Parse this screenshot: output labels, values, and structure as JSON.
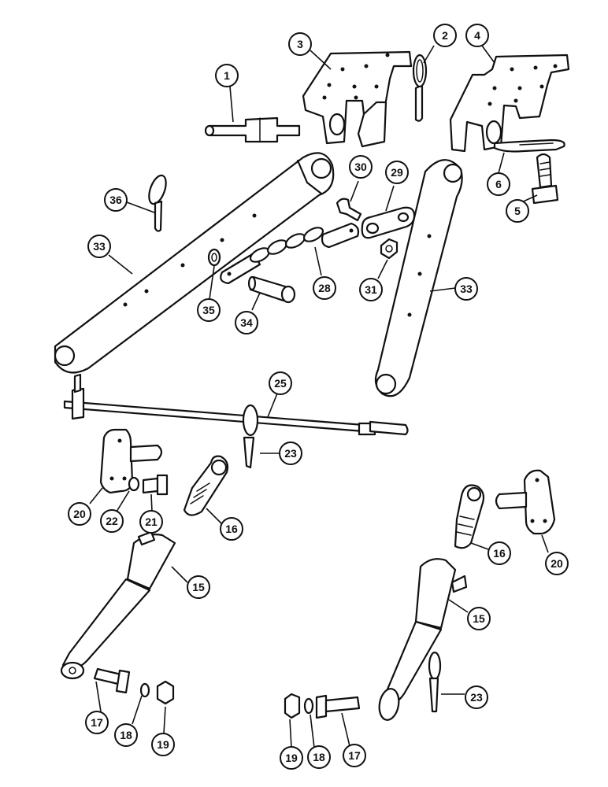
{
  "diagram": {
    "callouts": [
      {
        "id": "c1",
        "label": "1"
      },
      {
        "id": "c2",
        "label": "2"
      },
      {
        "id": "c3",
        "label": "3"
      },
      {
        "id": "c4",
        "label": "4"
      },
      {
        "id": "c5",
        "label": "5"
      },
      {
        "id": "c6",
        "label": "6"
      },
      {
        "id": "c36",
        "label": "36"
      },
      {
        "id": "c30",
        "label": "30"
      },
      {
        "id": "c29",
        "label": "29"
      },
      {
        "id": "c33a",
        "label": "33"
      },
      {
        "id": "c35",
        "label": "35"
      },
      {
        "id": "c34",
        "label": "34"
      },
      {
        "id": "c28",
        "label": "28"
      },
      {
        "id": "c31",
        "label": "31"
      },
      {
        "id": "c33b",
        "label": "33"
      },
      {
        "id": "c25",
        "label": "25"
      },
      {
        "id": "c23a",
        "label": "23"
      },
      {
        "id": "c20a",
        "label": "20"
      },
      {
        "id": "c22",
        "label": "22"
      },
      {
        "id": "c21",
        "label": "21"
      },
      {
        "id": "c16a",
        "label": "16"
      },
      {
        "id": "c15a",
        "label": "15"
      },
      {
        "id": "c17a",
        "label": "17"
      },
      {
        "id": "c18a",
        "label": "18"
      },
      {
        "id": "c19a",
        "label": "19"
      },
      {
        "id": "c16b",
        "label": "16"
      },
      {
        "id": "c20b",
        "label": "20"
      },
      {
        "id": "c15b",
        "label": "15"
      },
      {
        "id": "c23b",
        "label": "23"
      },
      {
        "id": "c19b",
        "label": "19"
      },
      {
        "id": "c18b",
        "label": "18"
      },
      {
        "id": "c17b",
        "label": "17"
      }
    ]
  }
}
